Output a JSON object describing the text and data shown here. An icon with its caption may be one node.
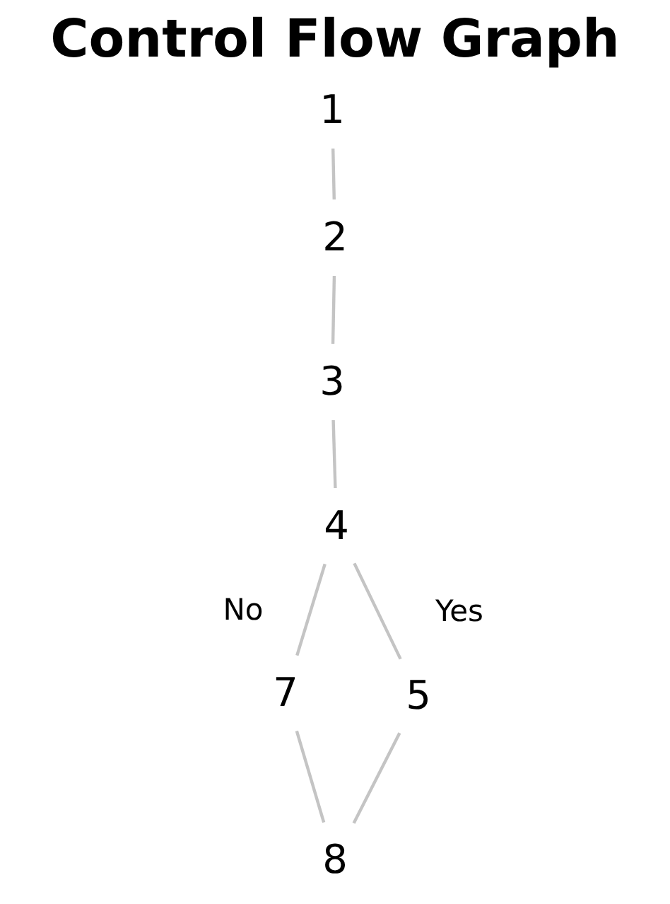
{
  "diagram": {
    "title": "Control Flow Graph",
    "nodes": [
      {
        "text": [
          "1"
        ]
      },
      {
        "text": [
          "2"
        ]
      },
      {
        "text": [
          "3"
        ]
      },
      {
        "text": [
          "4"
        ]
      },
      {
        "text": [
          "7"
        ]
      },
      {
        "text": [
          "5"
        ]
      },
      {
        "text": [
          "8"
        ]
      }
    ],
    "edges": [
      {
        "from": 0,
        "to": 1,
        "arrow": "none"
      },
      {
        "from": 1,
        "to": 2,
        "arrow": "none"
      },
      {
        "from": 2,
        "to": 3,
        "arrow": "none"
      },
      {
        "from": 3,
        "to": 4,
        "arrow": "none",
        "label": "No"
      },
      {
        "from": 3,
        "to": 5,
        "arrow": "none",
        "label": "Yes"
      },
      {
        "from": 4,
        "to": 6,
        "arrow": "none"
      },
      {
        "from": 5,
        "to": 6,
        "arrow": "none"
      }
    ]
  }
}
